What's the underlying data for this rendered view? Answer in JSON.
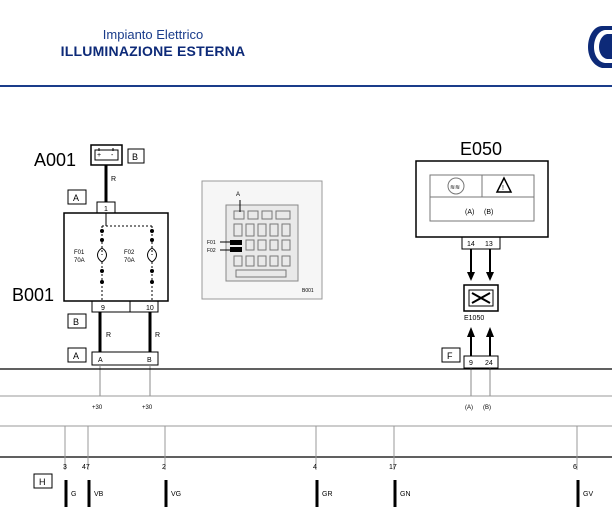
{
  "header": {
    "subtitle": "Impianto Elettrico",
    "title": "ILLUMINAZIONE ESTERNA"
  },
  "components": {
    "a001": {
      "id": "A001",
      "connector": "B",
      "wire": "R",
      "pin": "1"
    },
    "b001": {
      "id": "B001",
      "connector_top": "A",
      "fuse1_line1": "F01",
      "fuse1_line2": "70A",
      "fuse2_line1": "F02",
      "fuse2_line2": "70A",
      "connector_bottom": "B",
      "pin_left": "9",
      "pin_right": "10",
      "wire_left": "R",
      "wire_right": "R"
    },
    "inset": {
      "label_a": "A",
      "label_f1": "F01",
      "label_f2": "F02",
      "label_id": "B001"
    },
    "lower_conn": {
      "connector": "A",
      "pin_left": "A",
      "pin_right": "B",
      "signal_left": "+30",
      "signal_right": "+30"
    },
    "e050": {
      "id": "E050",
      "pin_a": "(A)",
      "pin_b": "(B)",
      "pin_14": "14",
      "pin_13": "13"
    },
    "e1050": {
      "id": "E1050",
      "connector": "F",
      "pin_9": "9",
      "pin_24": "24",
      "signal_a": "(A)",
      "signal_b": "(B)"
    }
  },
  "bottom_connector": {
    "id": "H",
    "pins": [
      {
        "num": "3",
        "wire": "G"
      },
      {
        "num": "47",
        "wire": "VB"
      },
      {
        "num": "2",
        "wire": "VG"
      },
      {
        "num": "4",
        "wire": "GR"
      },
      {
        "num": "17",
        "wire": "GN"
      },
      {
        "num": "6",
        "wire": "GV"
      }
    ]
  },
  "colors": {
    "header_blue": "#1a3c8a",
    "line": "#000000",
    "panel_border": "#999999"
  }
}
